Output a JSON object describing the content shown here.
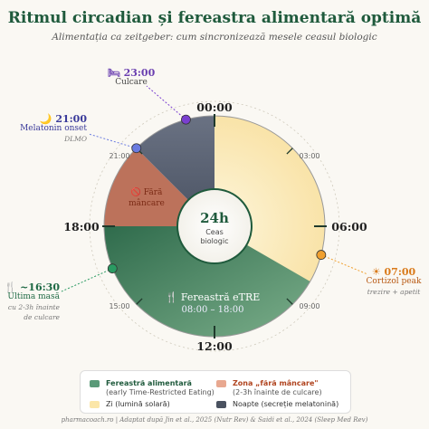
{
  "header": {
    "title": "Ritmul circadian și fereastra alimentară optimă",
    "subtitle": "Alimentația ca zeitgeber: cum sincronizează mesele ceasul biologic"
  },
  "clock": {
    "major_labels": [
      "00:00",
      "06:00",
      "12:00",
      "18:00"
    ],
    "minor_labels": [
      "03:00",
      "09:00",
      "15:00",
      "21:00"
    ],
    "center_title": "24h",
    "center_line1": "Ceas",
    "center_line2": "biologic",
    "no_food_label": "🚫 Fără mâncare",
    "etre_label": "🍴 Fereastră eTRE",
    "etre_range": "08:00 – 18:00",
    "colors": {
      "feeding": "#3f7d5c",
      "no_food": "#c0694c",
      "day": "#fbe6a8",
      "night": "#5b6474"
    }
  },
  "annotations": {
    "sleep": {
      "icon": "🛏",
      "time": "23:00",
      "label": "Culcare",
      "color": "#6a3fb0"
    },
    "melatonin": {
      "icon": "🌙",
      "time": "21:00",
      "label": "Melatonin onset",
      "sub": "DLMO",
      "color": "#3a3a9a"
    },
    "last_meal": {
      "icon": "🍴",
      "time": "~16:30",
      "label": "Ultima masă",
      "sub1": "cu 2-3h înainte",
      "sub2": "de culcare",
      "color": "#1f6a45"
    },
    "cortisol": {
      "icon": "☀",
      "time": "07:00",
      "label": "Cortizol peak",
      "sub": "trezire + apetit",
      "color": "#d97a1a"
    }
  },
  "legend": {
    "items": [
      {
        "title": "Fereastră alimentară",
        "sub": "(early Time-Restricted Eating)",
        "color": "#5a9a78"
      },
      {
        "title": "Zona „fără mâncare\"",
        "sub": "(2-3h înainte de culcare)",
        "color": "#e8a890"
      },
      {
        "title": "Zi (lumină solară)",
        "sub": "",
        "color": "#fbe6a8"
      },
      {
        "title": "Noapte (secreție melatonină)",
        "sub": "",
        "color": "#4a5260"
      }
    ]
  },
  "footer": "pharmacoach.ro | Adaptat după Jin et al., 2025 (Nutr Rev) & Saidi et al., 2024 (Sleep Med Rev)"
}
